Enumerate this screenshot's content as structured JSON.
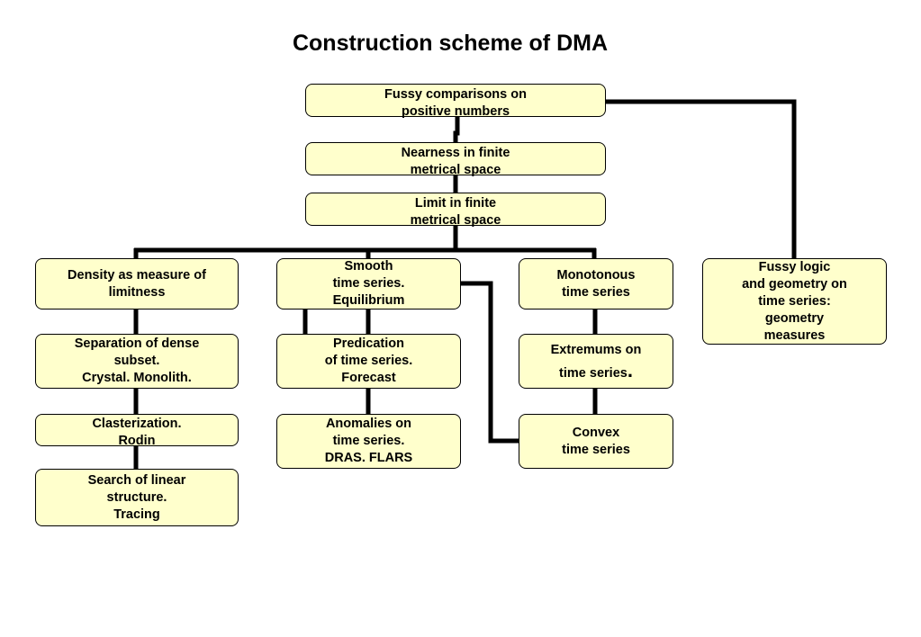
{
  "title": "Construction scheme of DMA",
  "nodes": {
    "fussy_comparisons": "Fussy comparisons on\npositive numbers",
    "nearness": "Nearness in finite\nmetrical space",
    "limit": "Limit in finite\nmetrical space",
    "density": "Density as measure of\nlimitness",
    "smooth": "Smooth\ntime series.\nEquilibrium",
    "monotonous": "Monotonous\ntime series",
    "fussy_logic": "Fussy logic\nand geometry on\ntime series:\ngeometry\nmeasures",
    "separation": "Separation of dense\nsubset.\nCrystal. Monolith.",
    "predication": "Predication\nof time series.\nForecast",
    "extremums_line1": "Extremums on",
    "extremums_line2": "time series",
    "extremums_dot": ".",
    "clasterization": "Clasterization.\nRodin",
    "anomalies": "Anomalies on\ntime series.\nDRAS. FLARS",
    "convex": "Convex\ntime series",
    "search_linear": "Search of linear\nstructure.\nTracing"
  },
  "colors": {
    "node_fill": "#ffffcc",
    "node_border": "#000000",
    "connector": "#000000"
  }
}
